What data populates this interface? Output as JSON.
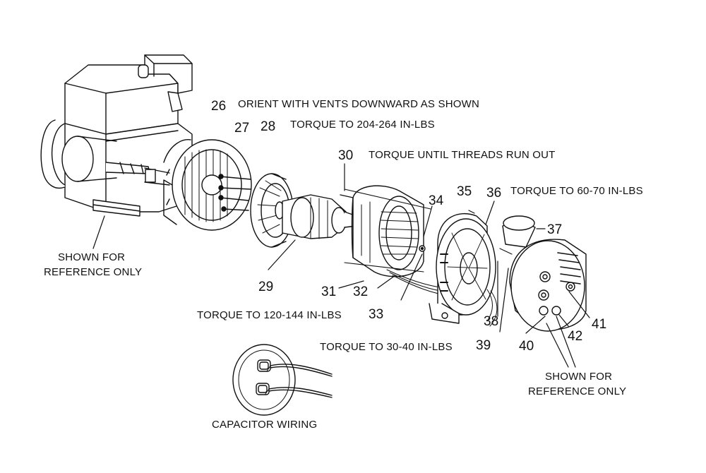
{
  "notes": {
    "orient": "ORIENT WITH VENTS DOWNWARD AS SHOWN",
    "torque_204": "TORQUE TO 204-264 IN-LBS",
    "torque_threads": "TORQUE UNTIL THREADS RUN OUT",
    "torque_60": "TORQUE TO 60-70 IN-LBS",
    "torque_120": "TORQUE TO 120-144 IN-LBS",
    "torque_30": "TORQUE TO 30-40 IN-LBS",
    "ref_left_1": "SHOWN FOR",
    "ref_left_2": "REFERENCE ONLY",
    "ref_right_1": "SHOWN FOR",
    "ref_right_2": "REFERENCE ONLY",
    "capacitor": "CAPACITOR WIRING"
  },
  "callouts": [
    "26",
    "27",
    "28",
    "29",
    "30",
    "31",
    "32",
    "33",
    "34",
    "35",
    "36",
    "37",
    "38",
    "39",
    "40",
    "41",
    "42"
  ],
  "colors": {
    "ink": "#111111",
    "paper": "#ffffff"
  }
}
